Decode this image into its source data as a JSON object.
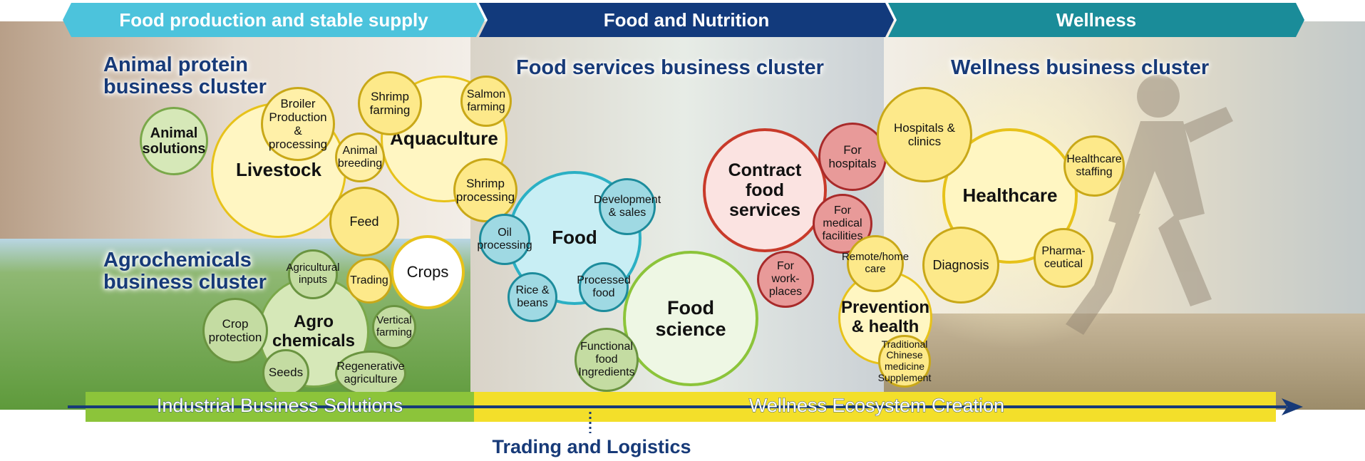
{
  "headers": {
    "food_production": "Food production and stable supply",
    "food_nutrition": "Food and Nutrition",
    "wellness": "Wellness"
  },
  "clusters": {
    "animal_protein": "Animal protein\nbusiness cluster",
    "agrochemicals": "Agrochemicals\nbusiness cluster",
    "food_services": "Food services business cluster",
    "wellness": "Wellness business cluster"
  },
  "bubbles": {
    "livestock": "Livestock",
    "animal_solutions": "Animal\nsolutions",
    "broiler": "Broiler\nProduction\n& processing",
    "animal_breeding": "Animal\nbreeding",
    "feed": "Feed",
    "aquaculture": "Aquaculture",
    "shrimp_farming": "Shrimp\nfarming",
    "salmon_farming": "Salmon\nfarming",
    "shrimp_processing": "Shrimp\nprocessing",
    "crops": "Crops",
    "trading": "Trading",
    "agri_inputs": "Agricultural\ninputs",
    "agrochemicals": "Agro\nchemicals",
    "crop_protection": "Crop\nprotection",
    "seeds": "Seeds",
    "vertical_farming": "Vertical\nfarming",
    "regenerative": "Regenerative\nagriculture",
    "food": "Food",
    "dev_sales": "Development\n& sales",
    "oil_processing": "Oil\nprocessing",
    "rice_beans": "Rice &\nbeans",
    "processed_food": "Processed\nfood",
    "food_science": "Food\nscience",
    "functional_food": "Functional\nfood\nIngredients",
    "contract_food": "Contract\nfood\nservices",
    "for_hospitals": "For\nhospitals",
    "for_medical": "For\nmedical\nfacilities",
    "for_workplaces": "For\nwork-\nplaces",
    "remote_care": "Remote/home\ncare",
    "prevention": "Prevention\n& health",
    "tcm": "Traditional Chinese\nmedicine\nSupplement",
    "hospitals_clinics": "Hospitals &\nclinics",
    "healthcare": "Healthcare",
    "healthcare_staffing": "Healthcare\nstaffing",
    "diagnosis": "Diagnosis",
    "pharma": "Pharma-\nceutical"
  },
  "bottom": {
    "industrial": "Industrial Business Solutions",
    "wellness_eco": "Wellness Ecosystem Creation",
    "trading_logistics": "Trading and Logistics"
  },
  "colors": {
    "header_cyan": "#4cc3dc",
    "header_navy": "#123a7c",
    "header_teal": "#1a8c99",
    "cluster_text": "#173a78",
    "yellow_fill": "#fff6c2",
    "yellow_border": "#e7c21a",
    "green_fill": "#d6e8b8",
    "green_border": "#7aa84a",
    "cyan_fill": "#c8eef4",
    "cyan_border": "#2bb0c4",
    "red_fill": "#fbe3e1",
    "red_border": "#c83a2a",
    "bar_green": "#8cc43a",
    "bar_yellow": "#f3df2a",
    "arrow_navy": "#173a78"
  }
}
